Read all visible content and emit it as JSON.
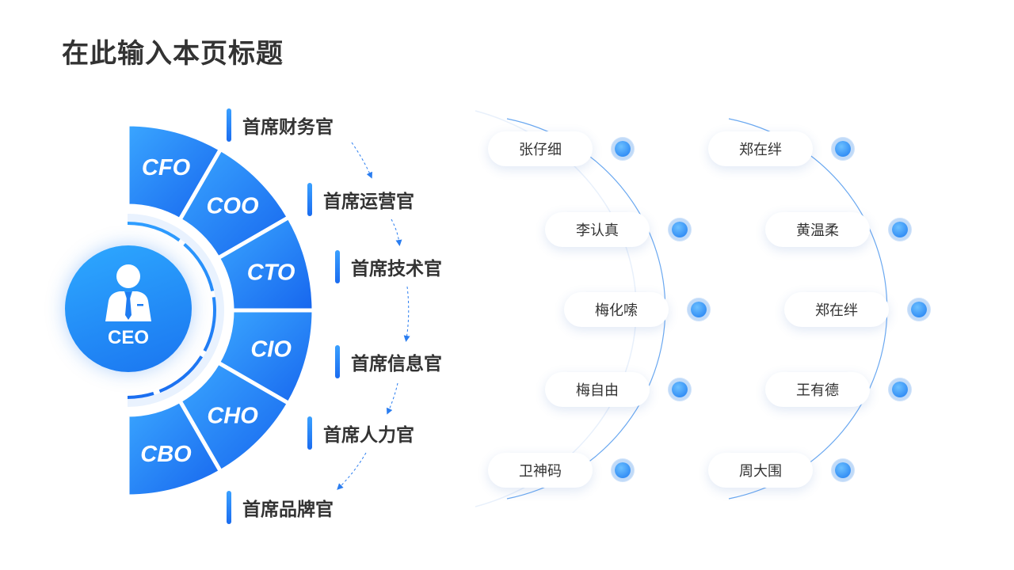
{
  "title": "在此输入本页标题",
  "center": {
    "label": "CEO",
    "icon": "businessman-icon"
  },
  "segments": [
    "CFO",
    "COO",
    "CTO",
    "CIO",
    "CHO",
    "CBO"
  ],
  "roles": [
    "首席财务官",
    "首席运营官",
    "首席技术官",
    "首席信息官",
    "首席人力官",
    "首席品牌官"
  ],
  "people_left": [
    "张仔细",
    "李认真",
    "梅化嗦",
    "梅自由",
    "卫神码"
  ],
  "people_right": [
    "郑在绊",
    "黄温柔",
    "郑在绊",
    "王有德",
    "周大围"
  ],
  "colors": {
    "accent": "#1e7cf2",
    "accent_light": "#2ea9ff",
    "text": "#333333"
  }
}
